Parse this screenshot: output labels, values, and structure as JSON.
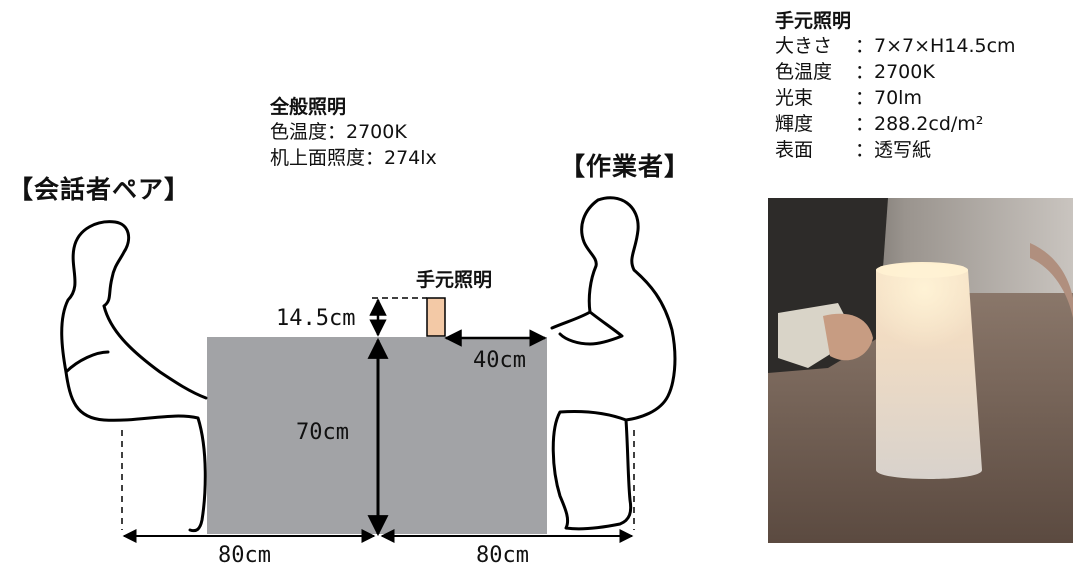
{
  "left_group": {
    "label": "【会話者ペア】"
  },
  "right_group": {
    "label": "【作業者】"
  },
  "general_lighting": {
    "title": "全般照明",
    "lines": [
      "色温度：2700K",
      "机上面照度：274lx"
    ]
  },
  "task_light_label": "手元照明",
  "dimensions": {
    "lamp_height": "14.5cm",
    "lamp_distance": "40cm",
    "table_height": "70cm",
    "left_width": "80cm",
    "right_width": "80cm"
  },
  "spec": {
    "title": "手元照明",
    "rows": [
      {
        "key": "大きさ",
        "value": "：7×7×H14.5cm"
      },
      {
        "key": "色温度",
        "value": "：2700K"
      },
      {
        "key": "光束",
        "value": "：70lm"
      },
      {
        "key": "輝度",
        "value": "：288.2cd/m²"
      },
      {
        "key": "表面",
        "value": "：透写紙"
      }
    ]
  },
  "colors": {
    "table": "#a2a3a6",
    "lamp": "#f3c9a6",
    "photo_bg": "#6d6158"
  }
}
